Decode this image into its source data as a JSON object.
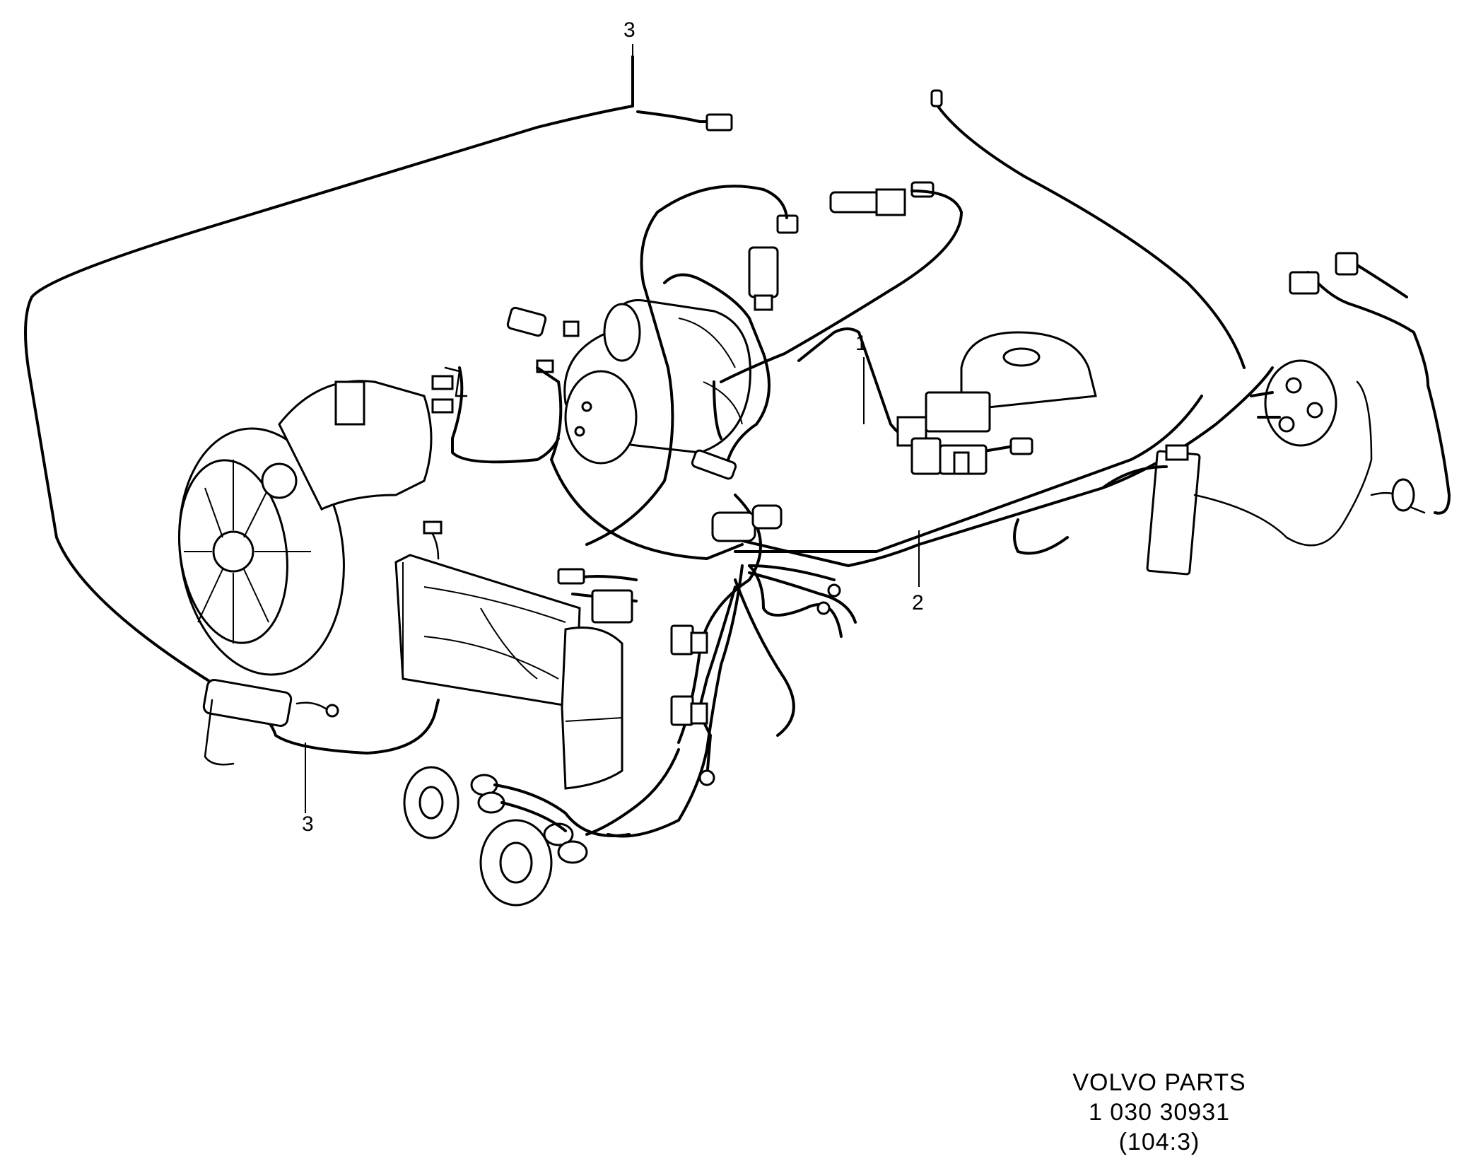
{
  "callouts": [
    {
      "label": "3"
    },
    {
      "label": "1"
    },
    {
      "label": "2"
    },
    {
      "label": "3"
    }
  ],
  "footer": {
    "brand": "VOLVO  PARTS",
    "ref": "1 030  30931",
    "page": "(104:3)"
  }
}
